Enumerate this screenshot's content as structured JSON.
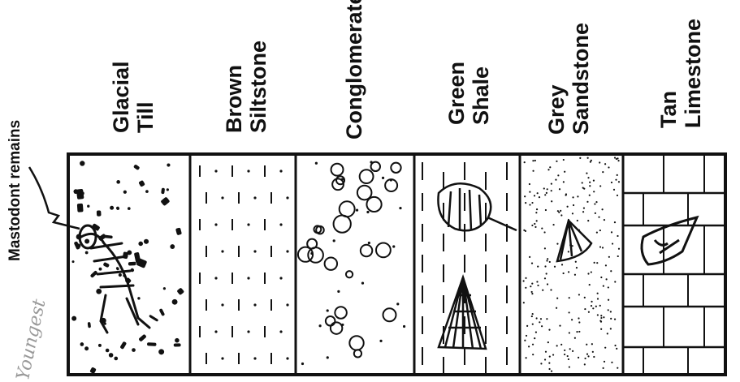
{
  "colors": {
    "ink": "#111111",
    "paper": "#ffffff",
    "pencil": "#9a9a9a"
  },
  "callout": {
    "label": "Mastodont remains"
  },
  "handwritten": {
    "note": "Youngest"
  },
  "layers": [
    {
      "line1": "Glacial",
      "line2": "Till",
      "pattern": "till",
      "fossil": "mastodon-skeleton-icon"
    },
    {
      "line1": "Brown",
      "line2": "Siltstone",
      "pattern": "siltstone",
      "fossil": ""
    },
    {
      "line1": "Conglomerate",
      "line2": "",
      "pattern": "conglomerate",
      "fossil": ""
    },
    {
      "line1": "Green",
      "line2": "Shale",
      "pattern": "shale",
      "fossil": "trilobite-and-brachiopod-icon"
    },
    {
      "line1": "Grey",
      "line2": "Sandstone",
      "pattern": "sandstone",
      "fossil": "brachiopod-icon"
    },
    {
      "line1": "Tan",
      "line2": "Limestone",
      "pattern": "limestone",
      "fossil": "cephalopod-icon"
    }
  ]
}
